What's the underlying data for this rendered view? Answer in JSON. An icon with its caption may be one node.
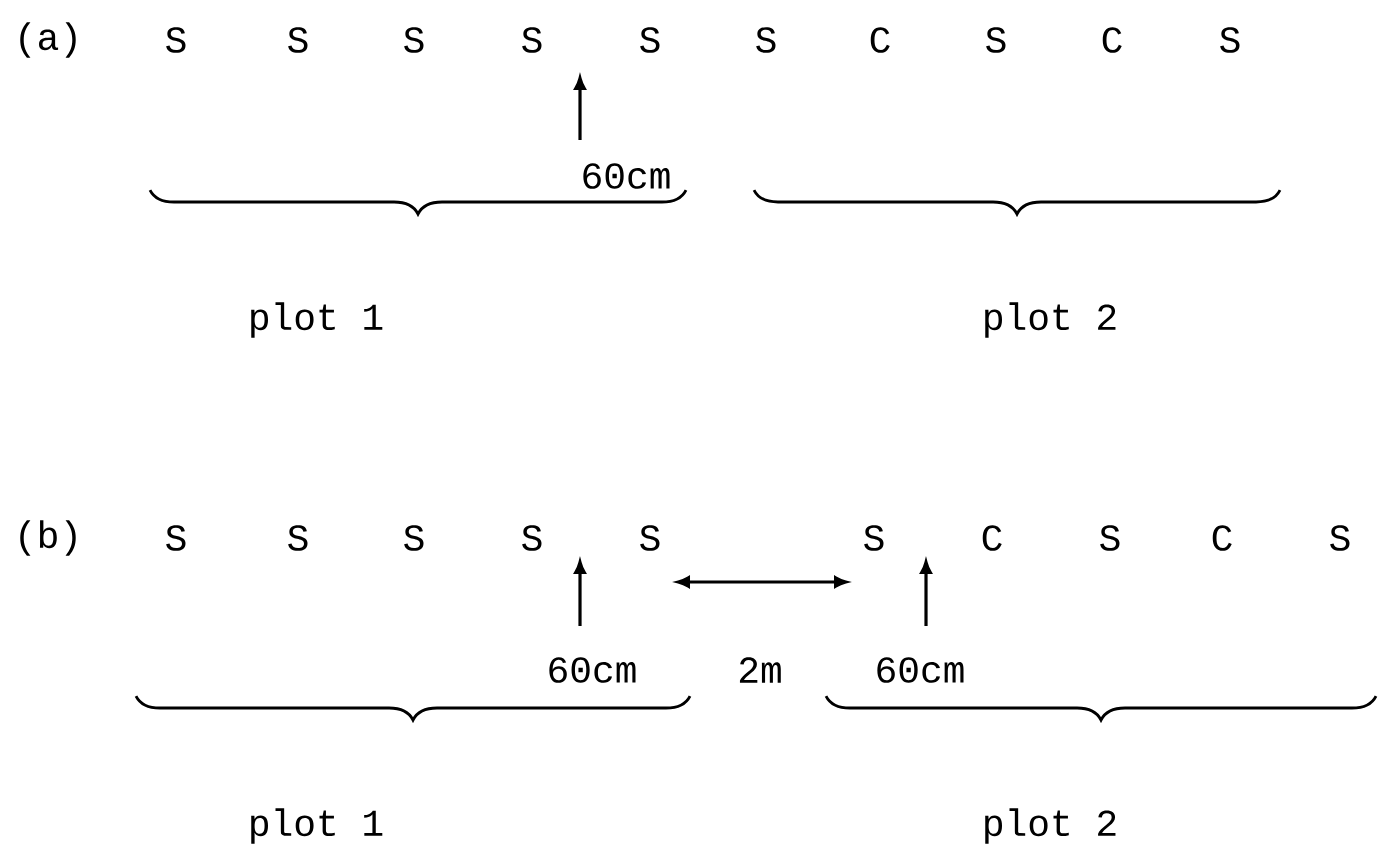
{
  "diagram": {
    "labels": [
      "(a)",
      "S",
      "S",
      "S",
      "S",
      "S",
      "S",
      "C",
      "S",
      "C",
      "S",
      "60cm",
      "plot 1",
      "plot 2",
      "(b)",
      "S",
      "S",
      "S",
      "S",
      "S",
      "S",
      "C",
      "S",
      "C",
      "S",
      "60cm",
      "2m",
      "60cm",
      "plot 1",
      "plot 2"
    ]
  }
}
